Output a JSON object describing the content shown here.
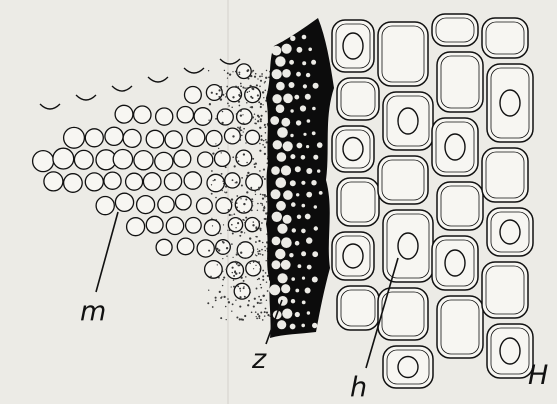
{
  "figure": {
    "colors": {
      "paper": "#ecebe6",
      "ink": "#111111",
      "cell_fill": "#f7f6f2",
      "dark_zone": "#0c0c0c",
      "stipple": "#3a3a3a"
    },
    "labels": {
      "m": "m",
      "z": "z",
      "h": "h",
      "H": "H"
    }
  }
}
